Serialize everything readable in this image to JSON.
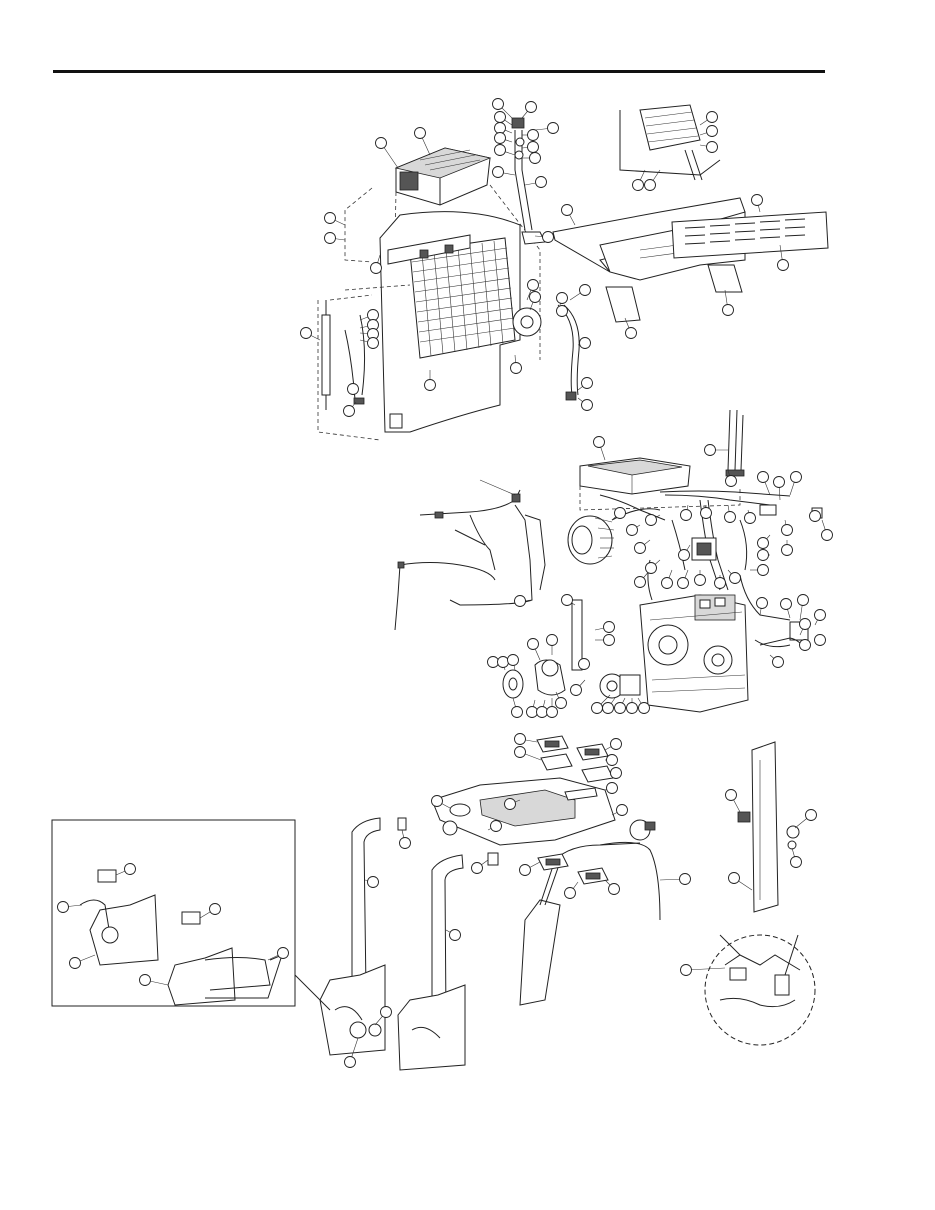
{
  "page": {
    "header_rule_color": "#111111",
    "line_color": "#222222",
    "background": "#ffffff"
  },
  "diagram": {
    "type": "exploded-parts-view",
    "sections": [
      {
        "id": "cab-heater",
        "callout_count": 38
      },
      {
        "id": "engine-hoses",
        "callout_count": 64
      },
      {
        "id": "floor-ducts",
        "callout_count": 30
      }
    ],
    "detail_inset": {
      "callout_count": 6
    },
    "callouts_text": ""
  }
}
